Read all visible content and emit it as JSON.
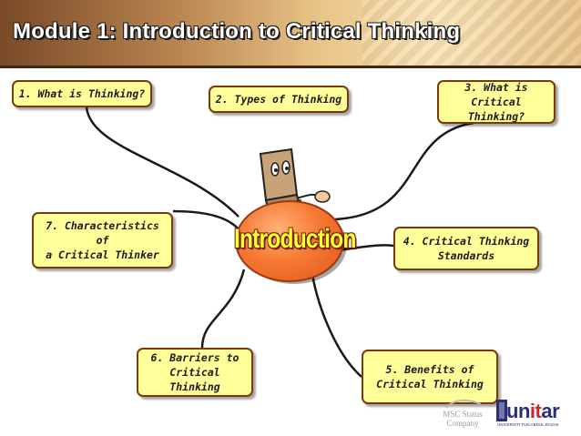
{
  "slide": {
    "title": "Module 1: Introduction to Critical Thinking"
  },
  "center": {
    "label": "Introduction",
    "color": "#f26a25",
    "text_color": "#ffff33"
  },
  "nodes": [
    {
      "id": "n1",
      "label": "1. What is Thinking?"
    },
    {
      "id": "n2",
      "label": "2. Types of Thinking"
    },
    {
      "id": "n3",
      "label": "3. What is\nCritical Thinking?"
    },
    {
      "id": "n4",
      "label": "4. Critical Thinking\nStandards"
    },
    {
      "id": "n5",
      "label": "5. Benefits of\nCritical Thinking"
    },
    {
      "id": "n6",
      "label": "6. Barriers to\nCritical Thinking"
    },
    {
      "id": "n7",
      "label": "7. Characteristics of\na Critical Thinker"
    }
  ],
  "colors": {
    "node_fill": "#ffff99",
    "node_border": "#7a3a0a",
    "connector": "#1a1a1a"
  },
  "logos": {
    "msc": "MSC Status\nCompany",
    "brand_left": "un",
    "brand_accent": "it",
    "brand_right": "ar",
    "brand_tagline": "UNIVERSITI TUN ABDUL RAZAK"
  }
}
